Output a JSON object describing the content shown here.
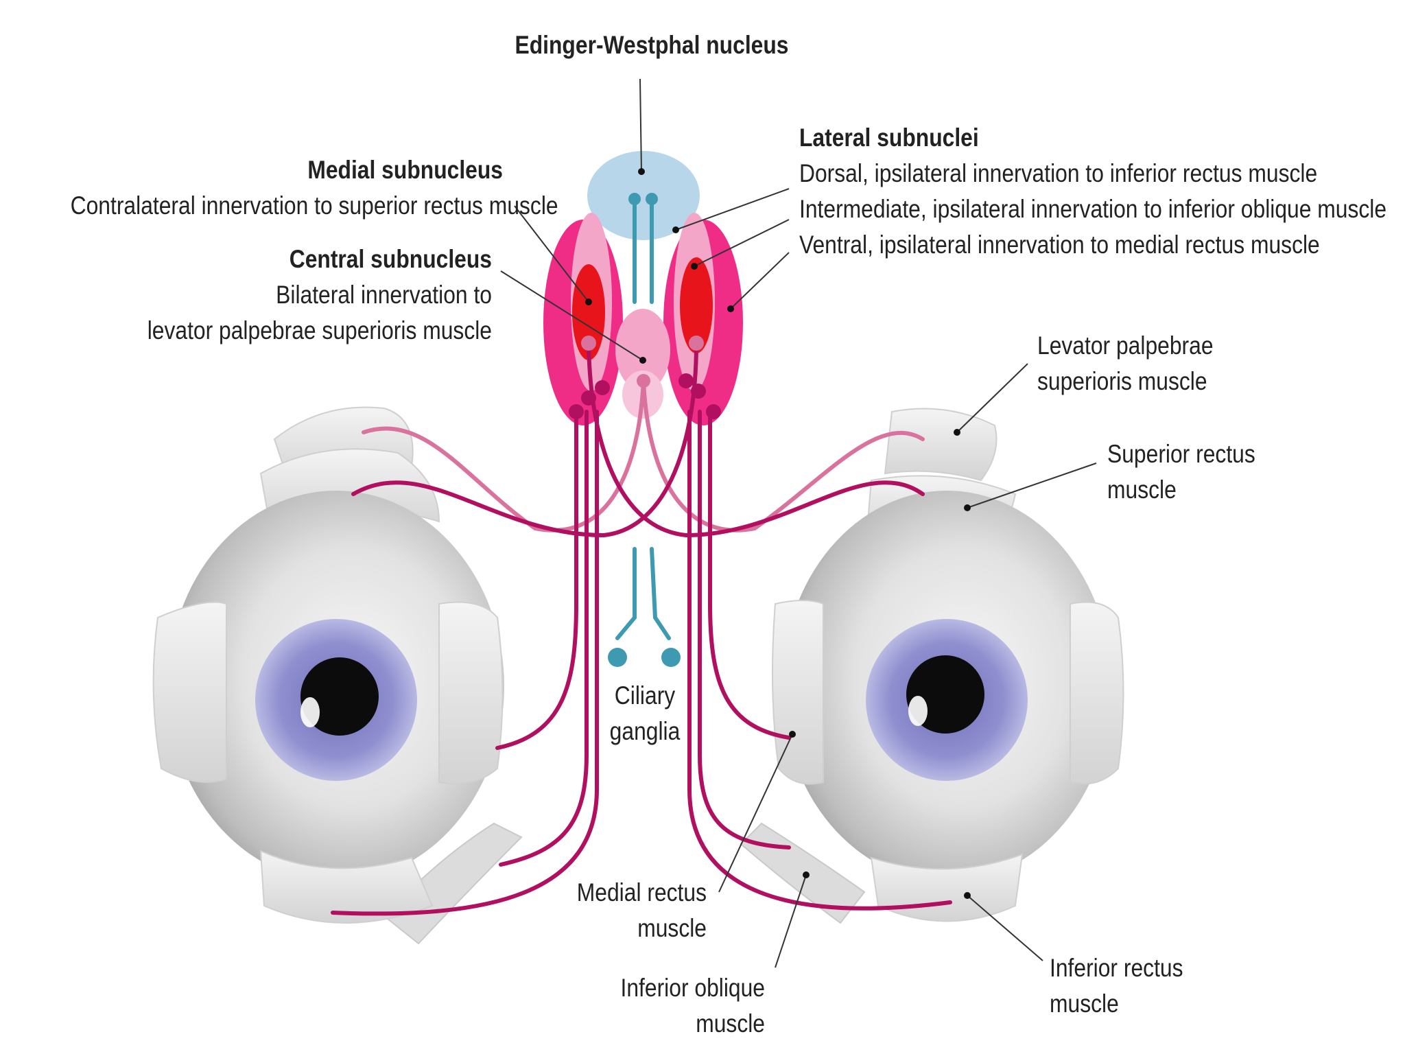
{
  "labels": {
    "ew_nucleus": "Edinger-Westphal nucleus",
    "medial_title": "Medial subnucleus",
    "medial_desc": "Contralateral innervation to superior rectus muscle",
    "central_title": "Central subnucleus",
    "central_desc_1": "Bilateral innervation to",
    "central_desc_2": "levator palpebrae superioris muscle",
    "lateral_title": "Lateral subnuclei",
    "lateral_dorsal": "Dorsal, ipsilateral innervation to inferior rectus muscle",
    "lateral_intermediate": "Intermediate, ipsilateral innervation to inferior oblique muscle",
    "lateral_ventral": "Ventral, ipsilateral innervation to medial rectus muscle",
    "levator_1": "Levator palpebrae",
    "levator_2": "superioris muscle",
    "sup_rectus_1": "Superior rectus",
    "sup_rectus_2": "muscle",
    "ciliary_1": "Ciliary",
    "ciliary_2": "ganglia",
    "med_rectus_1": "Medial rectus",
    "med_rectus_2": "muscle",
    "inf_oblique_1": "Inferior oblique",
    "inf_oblique_2": "muscle",
    "inf_rectus_1": "Inferior rectus",
    "inf_rectus_2": "muscle"
  },
  "colors": {
    "nerve_magenta": "#b0105f",
    "nerve_pink": "#d9739e",
    "parasympathetic": "#3e9ab0",
    "ew_blue": "#b7d6ea",
    "nucleus_pink": "#ef2d86",
    "nucleus_light": "#f3a6c8",
    "nucleus_red": "#e8141c",
    "iris": "#8f8fcf",
    "pupil": "#0c0c0c",
    "sclera": "#d8d8d8"
  }
}
